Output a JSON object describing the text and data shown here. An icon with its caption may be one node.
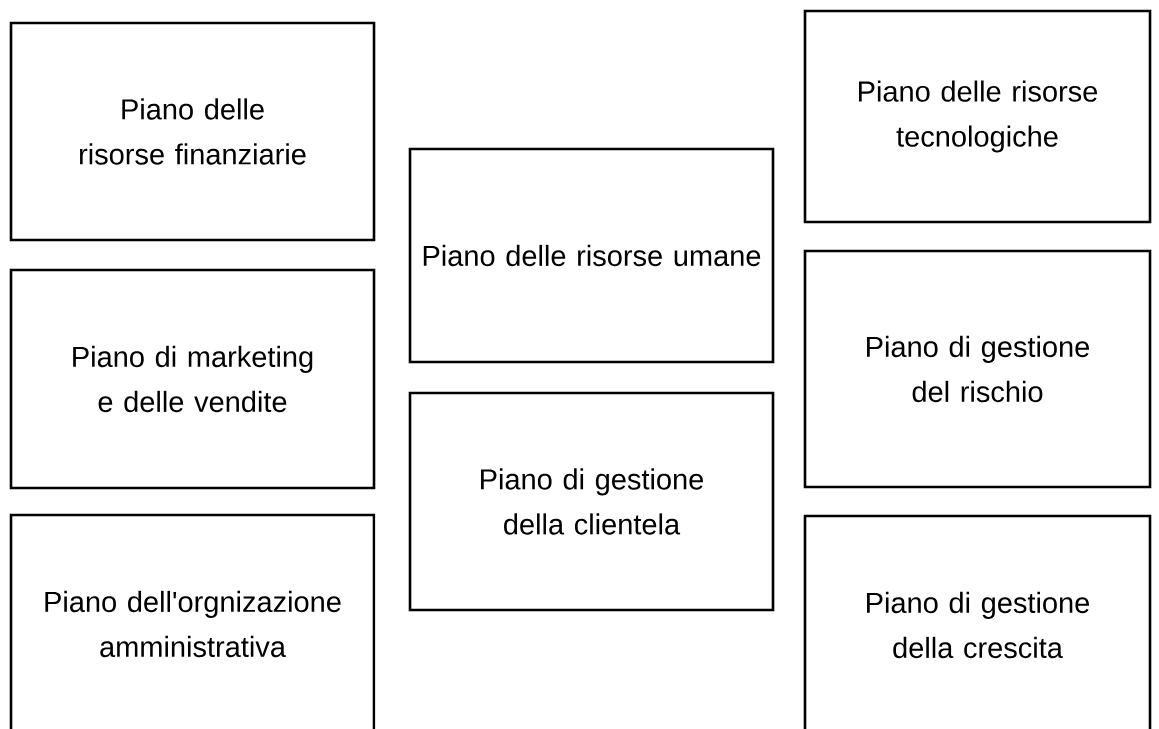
{
  "diagram": {
    "nodes": [
      {
        "text": [
          "Piano delle risorse finanziarie"
        ]
      },
      {
        "text": [
          "Piano di marketing e delle vendite"
        ]
      },
      {
        "text": [
          "Piano dell'orgnizazione amministrativa"
        ]
      },
      {
        "text": [
          "Piano delle risorse umane"
        ]
      },
      {
        "text": [
          "Piano di gestione della clientela"
        ]
      },
      {
        "text": [
          "Piano delle risorse tecnologiche"
        ]
      },
      {
        "text": [
          "Piano di gestione del rischio"
        ]
      },
      {
        "text": [
          "Piano di gestione della crescita"
        ]
      }
    ]
  }
}
